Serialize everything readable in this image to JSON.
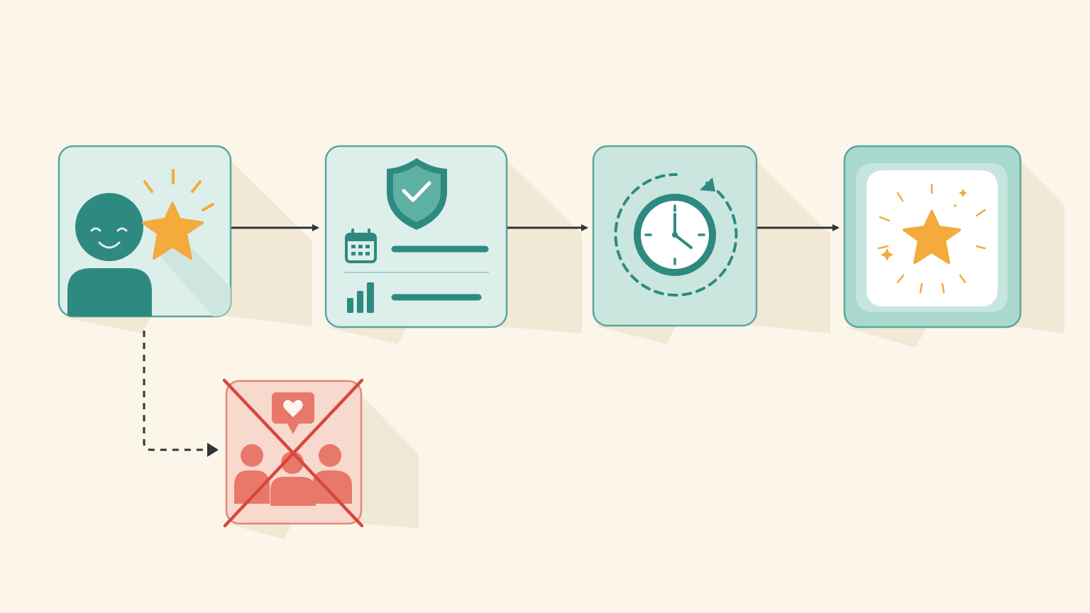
{
  "colors": {
    "background": "#fcf6ea",
    "teal": "#2e8a80",
    "teal_dark": "#27776f",
    "teal_light": "#dcefea",
    "teal_mid": "#cbe6df",
    "teal_border": "#5aa79c",
    "star": "#f2ab3c",
    "coral": "#e8786a",
    "coral_light": "#f8d9cd",
    "coral_border": "#e2877a",
    "cross": "#d8463c",
    "arrow": "#2f3434",
    "shadow": "#ece3d1"
  },
  "steps": [
    {
      "id": "happy-customer",
      "icons": [
        "smiling-person-icon",
        "star-icon",
        "sparkle-rays-icon"
      ]
    },
    {
      "id": "protected-record",
      "icons": [
        "shield-check-icon",
        "calendar-icon",
        "bar-chart-icon"
      ]
    },
    {
      "id": "time-cycle",
      "icons": [
        "clock-icon",
        "dashed-cycle-arrow-icon"
      ]
    },
    {
      "id": "featured-star",
      "icons": [
        "star-icon",
        "sparkle-icon"
      ]
    }
  ],
  "side_branch": {
    "id": "no-social-sharing",
    "icons": [
      "group-people-icon",
      "heart-speech-bubble-icon",
      "red-cross-icon"
    ],
    "connector": "dashed"
  }
}
